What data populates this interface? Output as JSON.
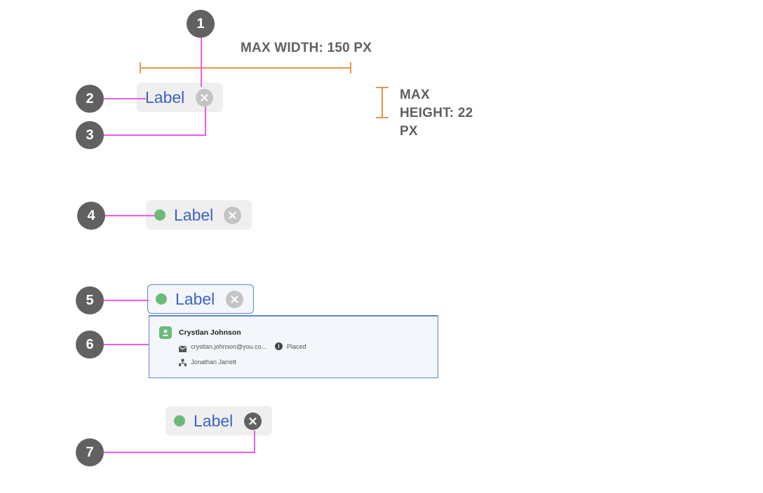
{
  "annotations": {
    "max_width": "MAX WIDTH: 150 PX",
    "max_height": "MAX HEIGHT: 22 PX",
    "max_height_lines": [
      "MAX",
      "HEIGHT: 22",
      "PX"
    ]
  },
  "markers": [
    "1",
    "2",
    "3",
    "4",
    "5",
    "6",
    "7"
  ],
  "chips": {
    "basic": {
      "label": "Label"
    },
    "with_status": {
      "label": "Label"
    },
    "focused": {
      "label": "Label"
    },
    "hover_close": {
      "label": "Label"
    }
  },
  "popup": {
    "name": "Crystlan Johnson",
    "email": "crystlan.johnson@you.co...",
    "status": "Placed",
    "manager": "Jonathan Jarrett"
  },
  "colors": {
    "leader_line": "#e95ce9",
    "dimension": "#e8954e",
    "label_text": "#3b63c7",
    "status_dot": "#6bbb78",
    "marker_bg": "#616161",
    "chip_bg": "#efefef",
    "focus_border": "#5b86d8"
  }
}
